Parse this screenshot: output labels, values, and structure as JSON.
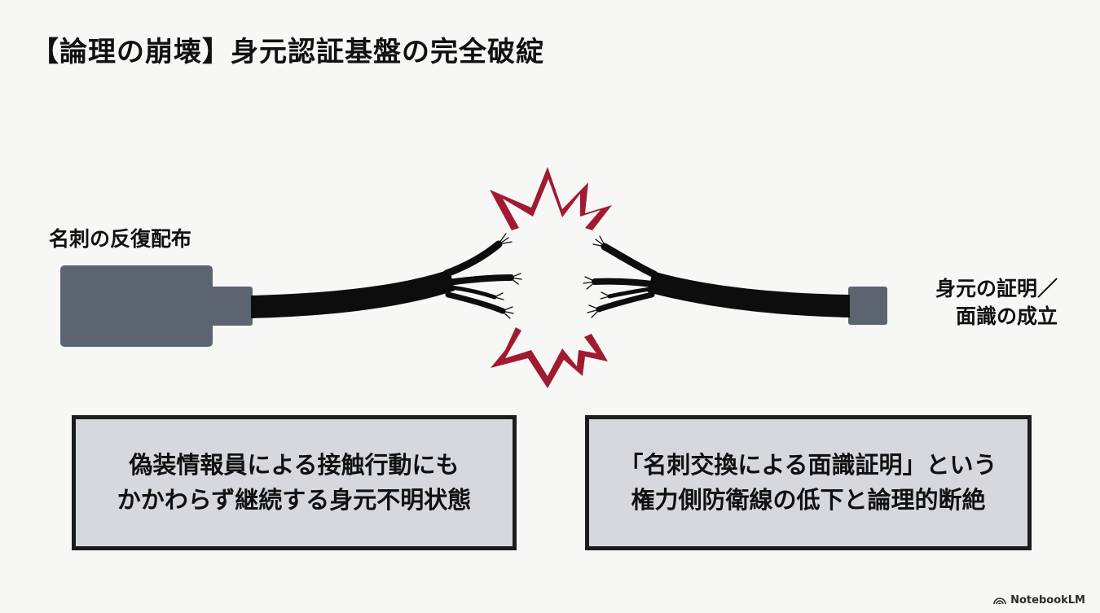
{
  "title": "【論理の崩壊】身元認証基盤の完全破綻",
  "diagram": {
    "left_label": "名刺の反復配布",
    "right_label": [
      "身元の証明／",
      "面識の成立"
    ],
    "break_icon": "explosion-icon",
    "colors": {
      "plug": "#5b646f",
      "cable": "#0d0d0d",
      "burst": "#a01a31",
      "box_fill": "#d5d9de",
      "box_border": "#1c1c1c"
    }
  },
  "captions": {
    "left": [
      "偽装情報員による接触行動にも",
      "かかわらず継続する身元不明状態"
    ],
    "right": [
      "「名刺交換による面識証明」という",
      "権力側防衛線の低下と論理的断絶"
    ]
  },
  "watermark": "NotebookLM"
}
